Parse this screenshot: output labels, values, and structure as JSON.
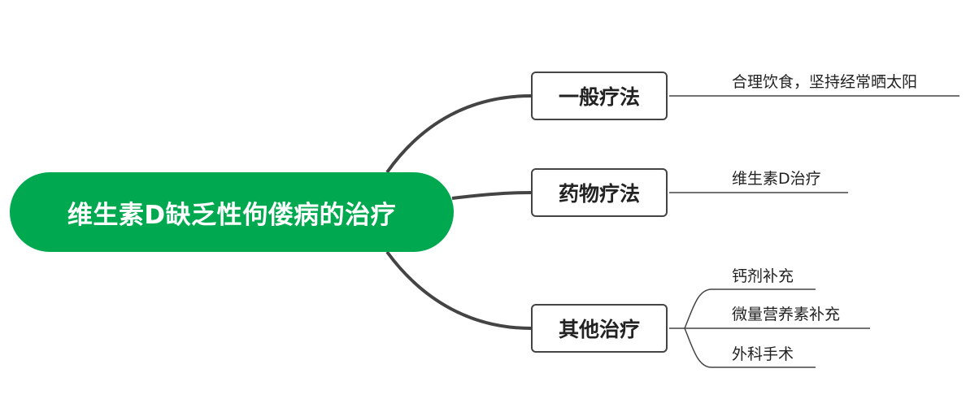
{
  "mindmap": {
    "root": {
      "label": "维生素D缺乏性佝偻病的治疗",
      "color": "#00a94f"
    },
    "branches": [
      {
        "label": "一般疗法",
        "leaves": [
          "合理饮食，坚持经常晒太阳"
        ]
      },
      {
        "label": "药物疗法",
        "leaves": [
          "维生素D治疗"
        ]
      },
      {
        "label": "其他治疗",
        "leaves": [
          "钙剂补充",
          "微量营养素补充",
          "外科手术"
        ]
      }
    ],
    "line_color": "#444444"
  }
}
